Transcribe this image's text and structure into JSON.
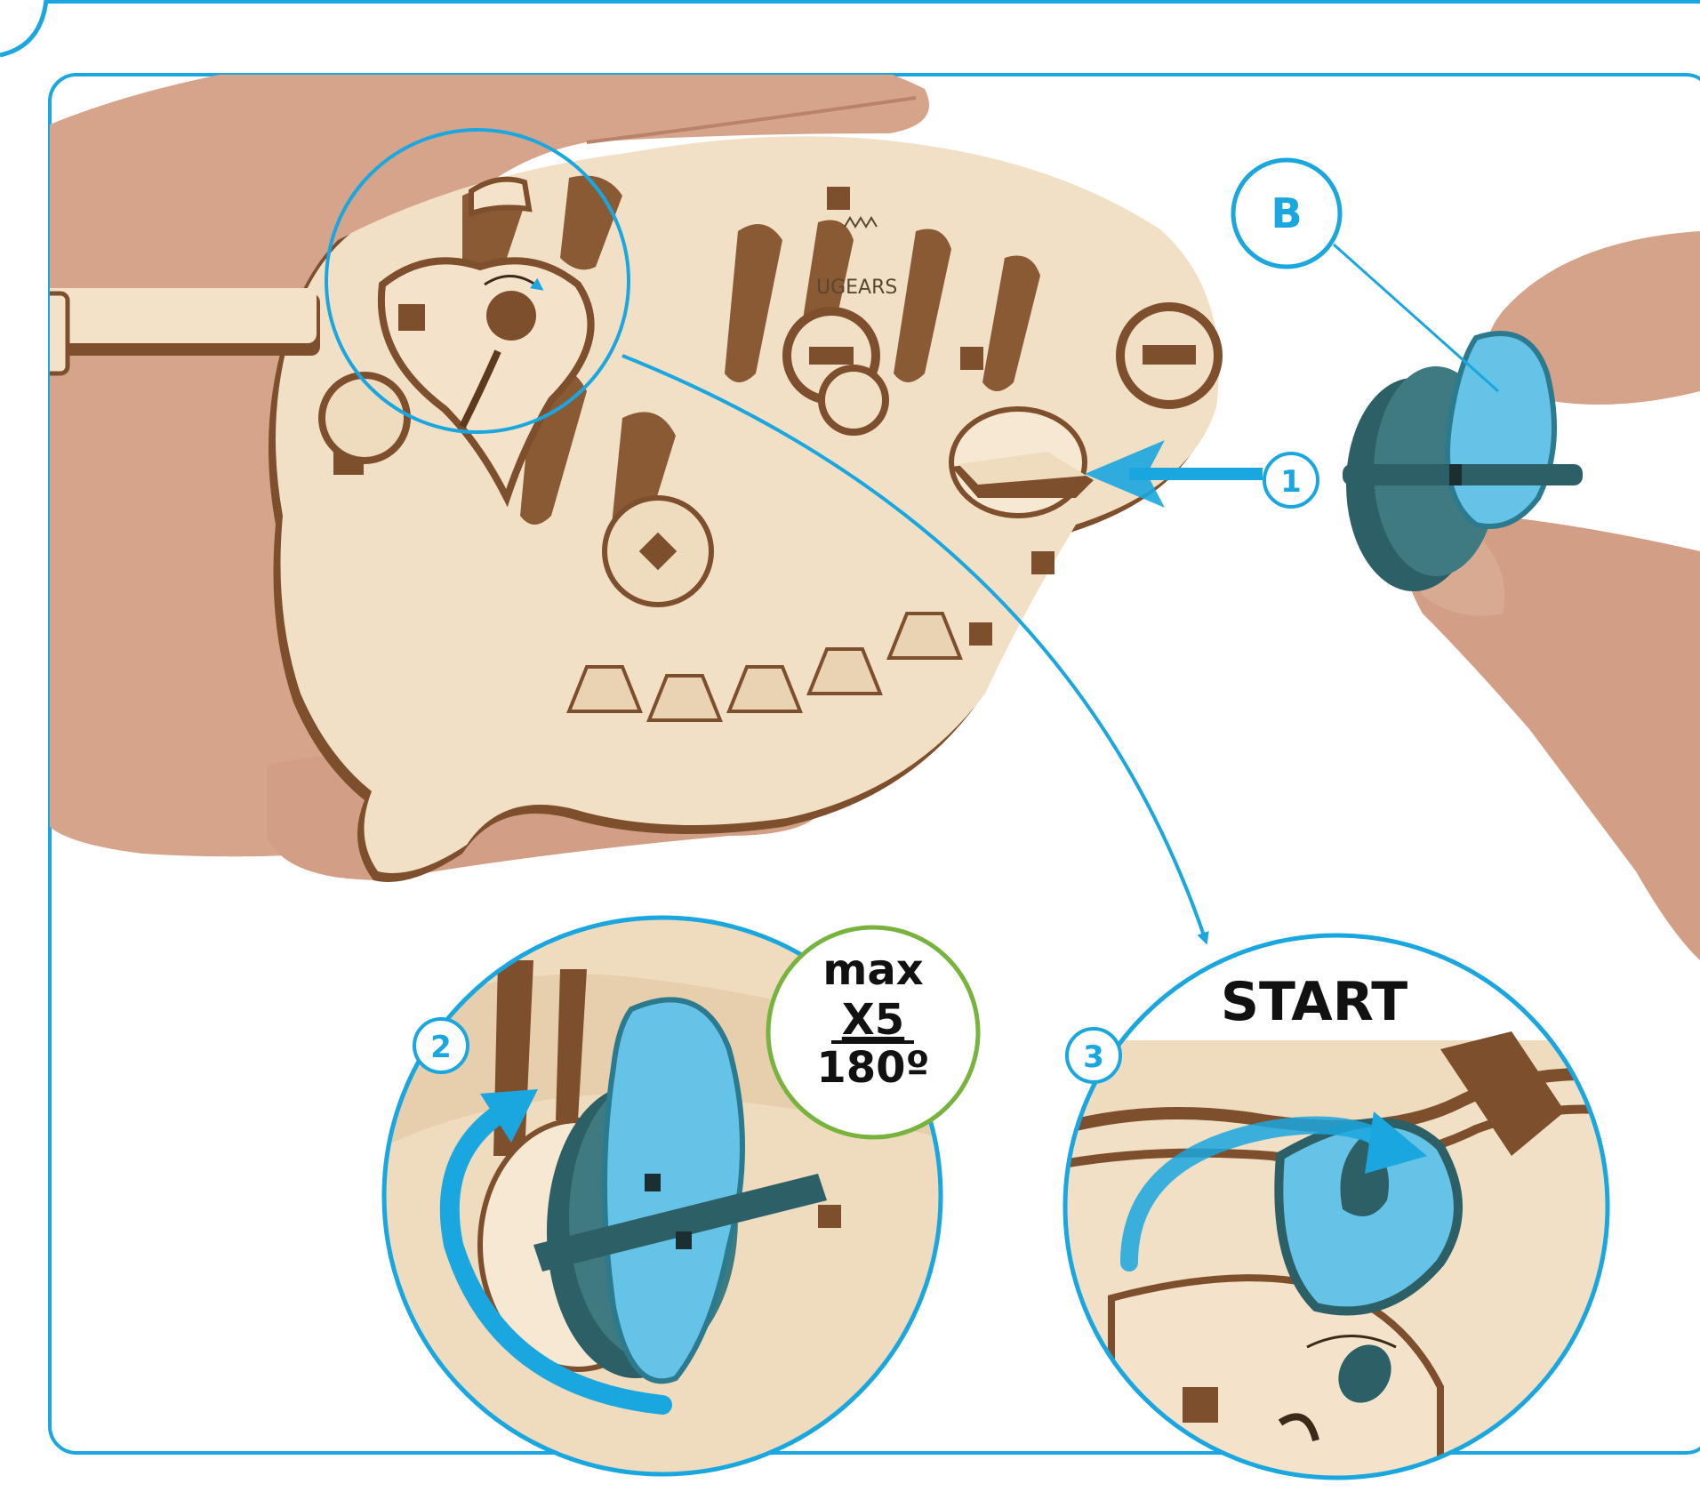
{
  "step_markers": {
    "part": "B",
    "one": "1",
    "two": "2",
    "three": "3"
  },
  "engraving": {
    "brand": "UGEARS"
  },
  "limit_badge": {
    "line1": "max",
    "line2": "X5",
    "line3": "180º"
  },
  "start_label": "START",
  "colors": {
    "frame_blue": "#1aa6df",
    "key_blue": "#64c3e6",
    "key_edge": "#2c5f66",
    "badge_green": "#78b33e",
    "plywood": "#f1dfc4",
    "plywood_edge": "#8a5a34",
    "skin": "#d7a58c"
  },
  "icons": [
    "rotate-icon",
    "arrow-icon",
    "skin-hand-icon"
  ]
}
